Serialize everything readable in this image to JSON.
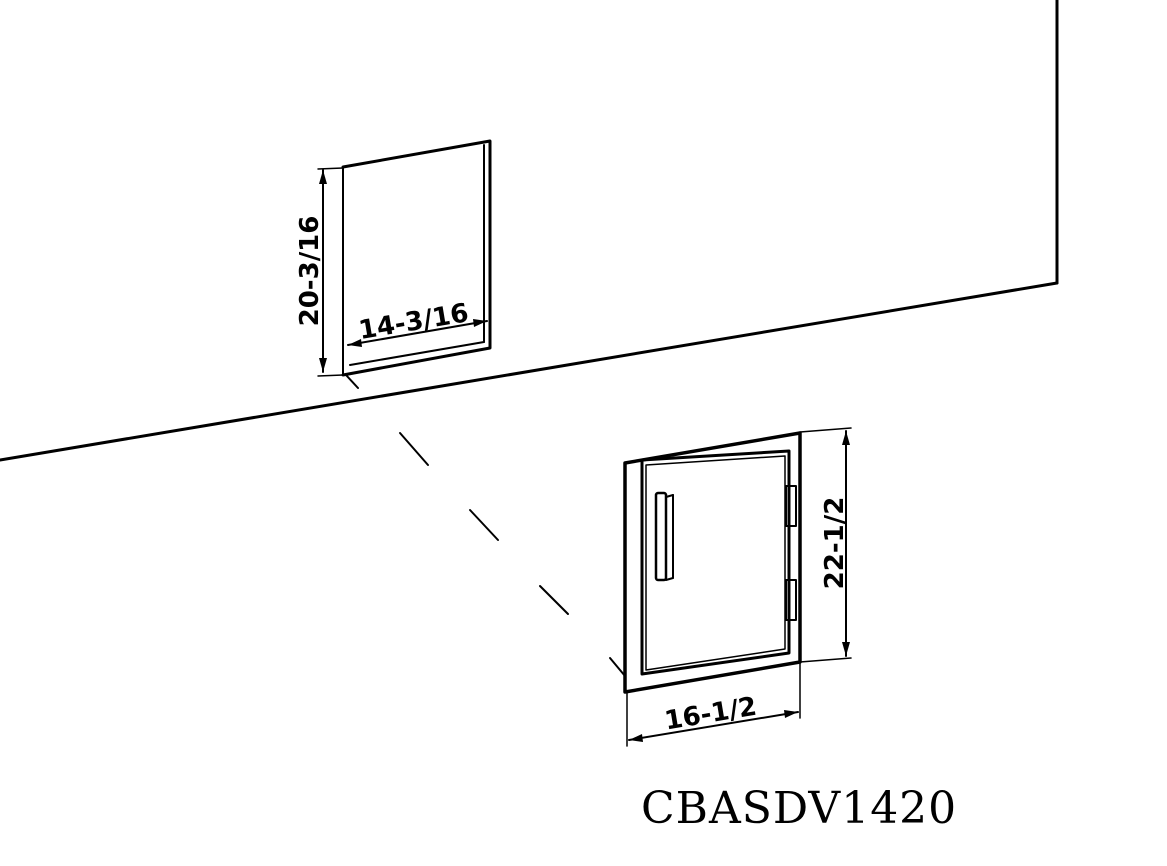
{
  "dimensions": {
    "opening_height": "20-3/16",
    "opening_width": "14-3/16",
    "door_height": "22-1/2",
    "door_width": "16-1/2"
  },
  "model_code": "CBASDV1420",
  "colors": {
    "line": "#000000",
    "background": "#ffffff"
  }
}
